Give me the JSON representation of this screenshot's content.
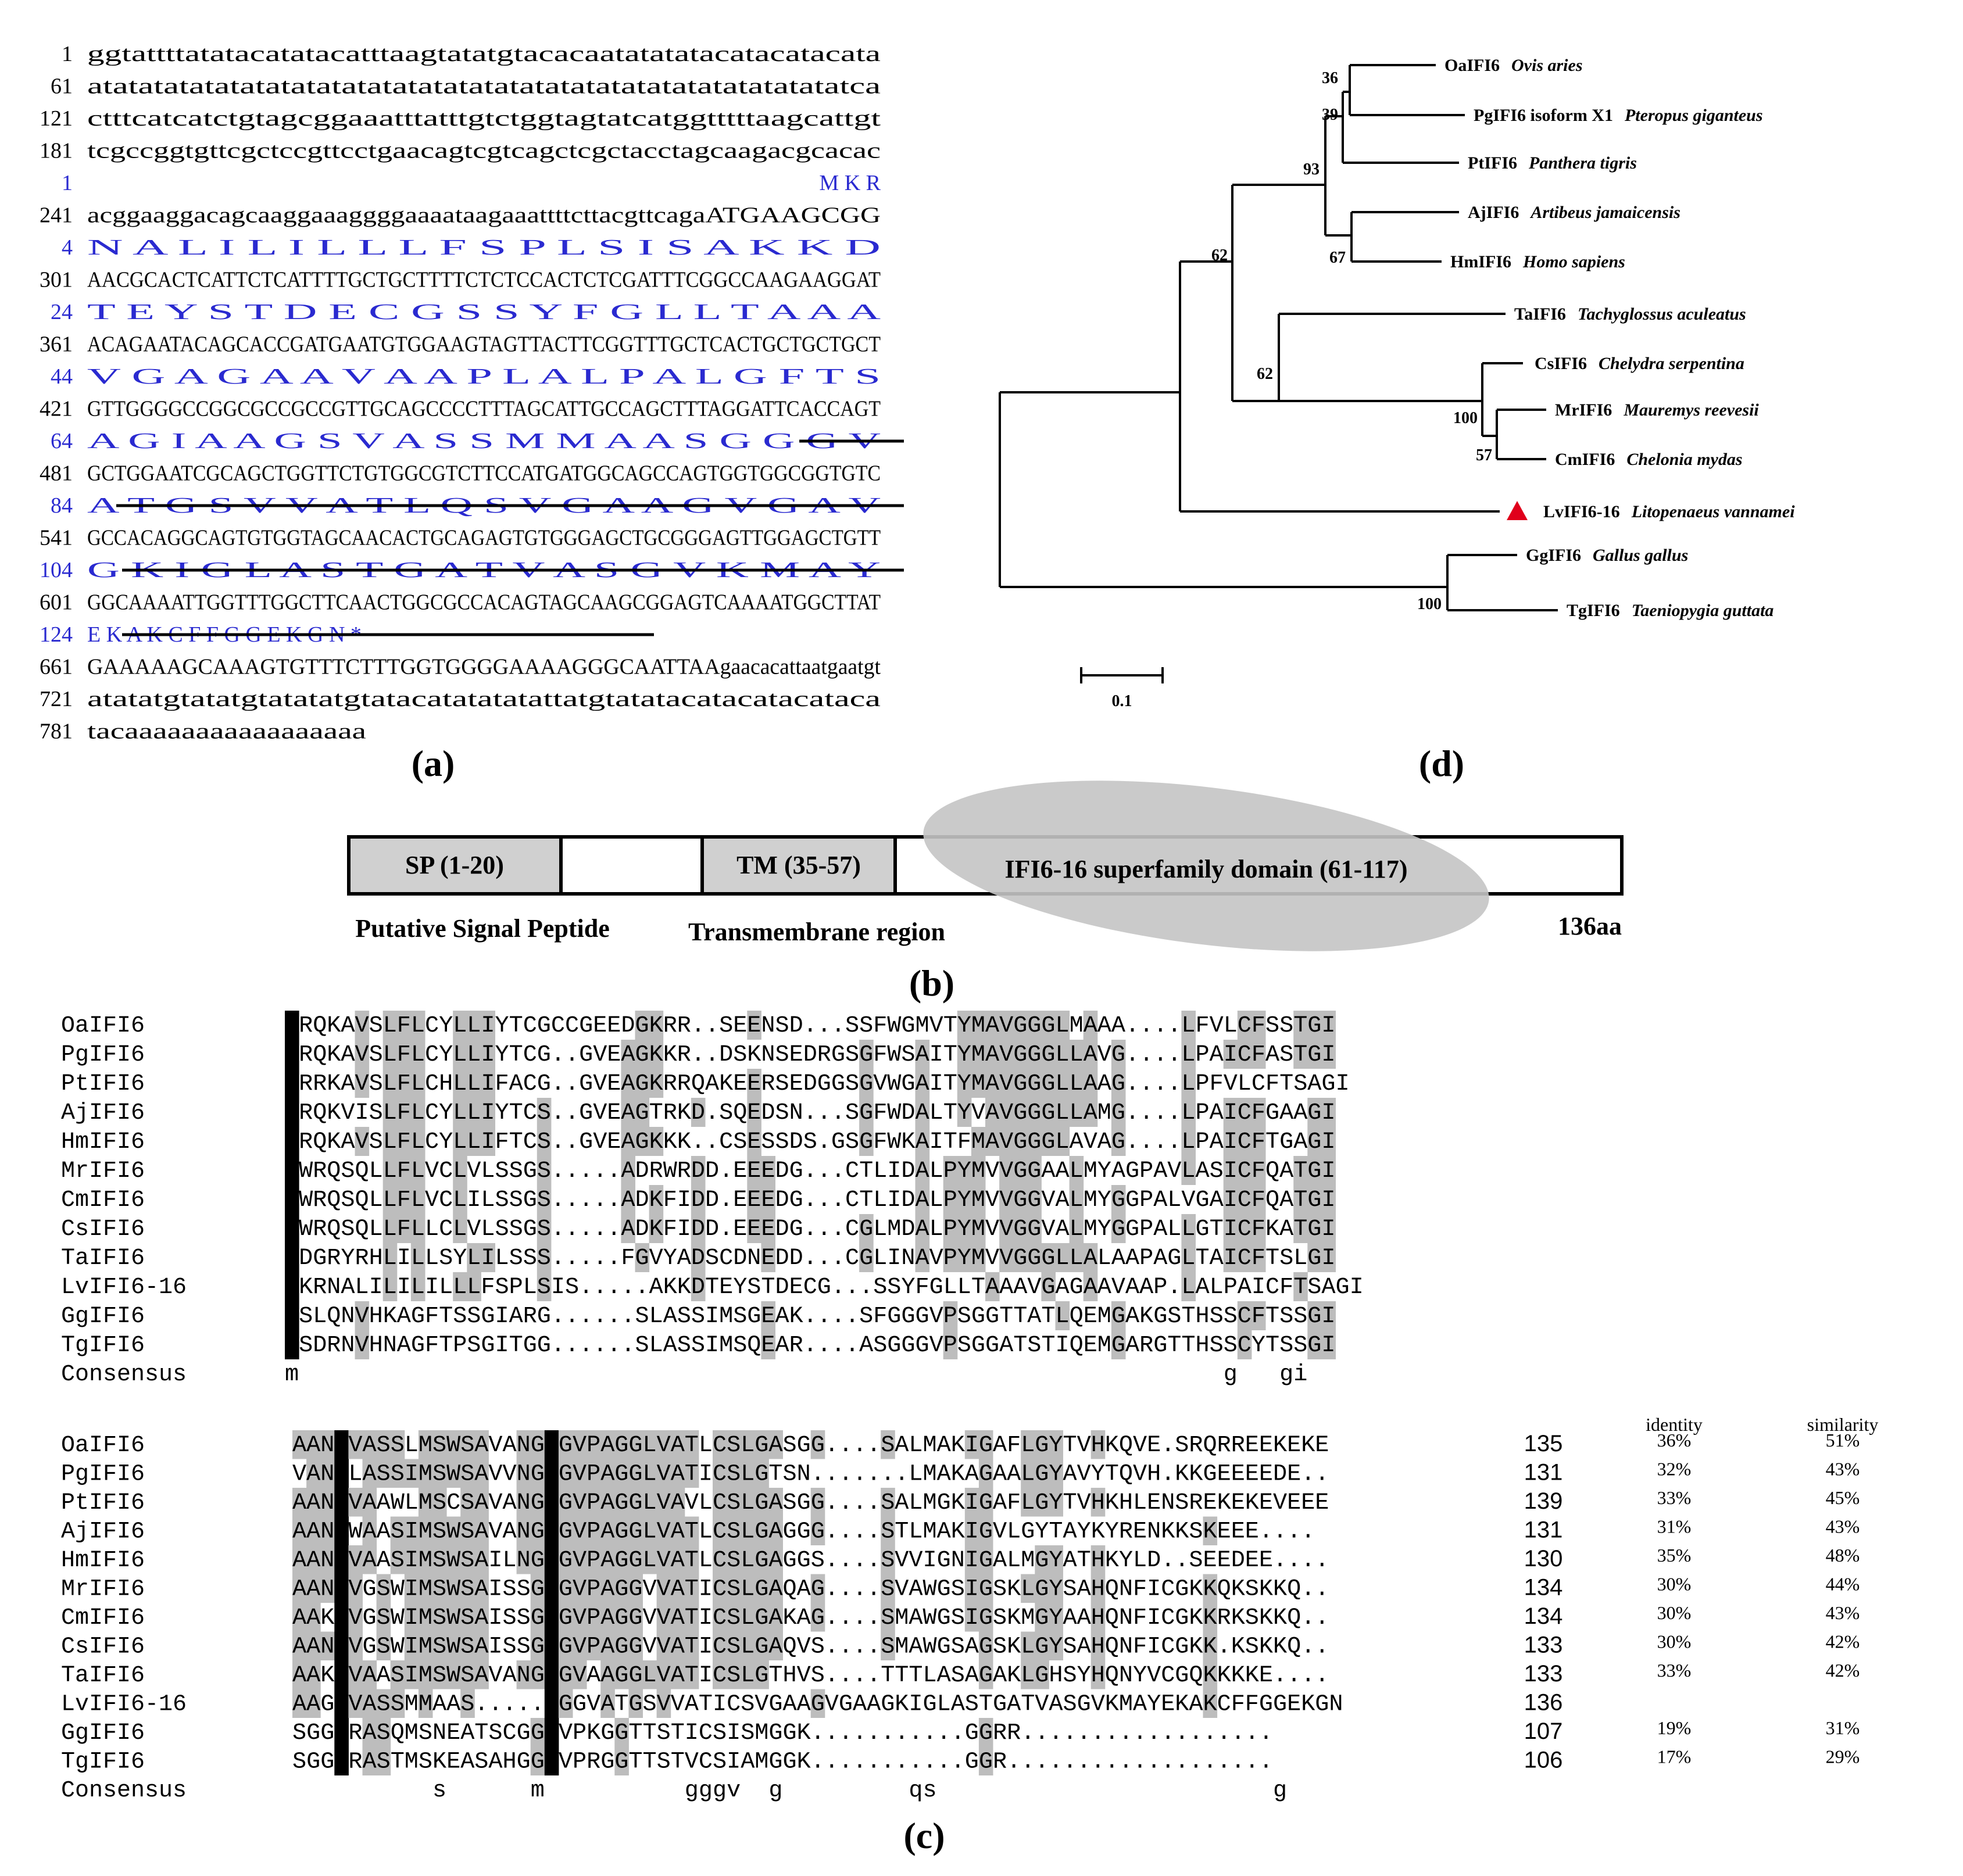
{
  "panel_a": {
    "label": "(a)",
    "lines": [
      {
        "type": "nt",
        "num": "1",
        "text": "ggtattttatatacatatacatttaagtatatgtacacaatatatatacatacatacata"
      },
      {
        "type": "nt",
        "num": "61",
        "text": "atatatatatatatatatatatatatatatatatatatatatatatatatatatatatatca"
      },
      {
        "type": "nt",
        "num": "121",
        "text": "ctttcatcatctgtagcggaaatttatttgtctggtagtatcatggtttttaagcattgt"
      },
      {
        "type": "nt",
        "num": "181",
        "text": "tcgccggtgttcgctccgttcctgaacagtcgtcagctcgctacctagcaagacgcacac"
      },
      {
        "type": "aa",
        "num": "1",
        "text": "M  K  R"
      },
      {
        "type": "nt",
        "num": "241",
        "text": "acggaaggacagcaaggaaaggggaaaataagaaattttcttacgttcagaATGAAGCGG"
      },
      {
        "type": "aa",
        "num": "4",
        "text": "N  A  L  I  L  I  L  L  L  F  S  P  L  S  I  S  A  K  K  D"
      },
      {
        "type": "nt",
        "num": "301",
        "text": "AACGCACTCATTCTCATTTTGCTGCTTTTCTCTCCACTCTCGATTTCGGCCAAGAAGGAT"
      },
      {
        "type": "aa",
        "num": "24",
        "text": "T  E  Y  S  T  D  E  C  G  S  S  Y  F  G  L  L  T  A  A  A"
      },
      {
        "type": "nt",
        "num": "361",
        "text": "ACAGAATACAGCACCGATGAATGTGGAAGTAGTTACTTCGGTTTGCTCACTGCTGCTGCT"
      },
      {
        "type": "aa",
        "num": "44",
        "text": "V  G  A  G  A  A  V  A  A  P  L  A  L  P  A  L  G  F  T  S"
      },
      {
        "type": "nt",
        "num": "421",
        "text": "GTTGGGGCCGGCGCCGCCGTTGCAGCCCCTTTAGCATTGCCAGCTTTAGGATTCACCAGT"
      },
      {
        "type": "aa",
        "num": "64",
        "text": "A  G  I  A  A  G  S  V  A  S  S  M  M  A  A  S  G  G  G  V"
      },
      {
        "type": "nt",
        "num": "481",
        "text": "GCTGGAATCGCAGCTGGTTCTGTGGCGTCTTCCATGATGGCAGCCAGTGGTGGCGGTGTC"
      },
      {
        "type": "aa",
        "num": "84",
        "text": "A  T  G  S  V  V  A  T  L  Q  S  V  G  A  A  G  V  G  A  V"
      },
      {
        "type": "nt",
        "num": "541",
        "text": "GCCACAGGCAGTGTGGTAGCAACACTGCAGAGTGTGGGAGCTGCGGGAGTTGGAGCTGTT"
      },
      {
        "type": "aa",
        "num": "104",
        "text": "G  K  I  G  L  A  S  T  G  A  T  V  A  S  G  V  K  M  A  Y"
      },
      {
        "type": "nt",
        "num": "601",
        "text": "GGCAAAATTGGTTTGGCTTCAACTGGCGCCACAGTAGCAAGCGGAGTCAAAATGGCTTAT"
      },
      {
        "type": "aa",
        "num": "124",
        "text": "E  K  A  K  C  F  F  G  G  E  K  G  N  *"
      },
      {
        "type": "nt",
        "num": "661",
        "text": "GAAAAAGCAAAGTGTTTCTTTGGTGGGGAAAAGGGCAATTAAgaacacattaatgaatgt"
      },
      {
        "type": "nt",
        "num": "721",
        "text": "atatatgtatatgtatatatgtatacatatatatattatgtatatacatacatacataca"
      },
      {
        "type": "nt",
        "num": "781",
        "text": "tacaaaaaaaaaaaaaaaaa"
      }
    ]
  },
  "panel_d": {
    "label": "(d)",
    "scale_label": "0.1",
    "species": [
      {
        "gene": "OaIFI6",
        "name": "Ovis aries"
      },
      {
        "gene": "PgIFI6  isoform X1",
        "name": "Pteropus giganteus"
      },
      {
        "gene": "PtIFI6",
        "name": "Panthera tigris"
      },
      {
        "gene": "AjIFI6",
        "name": "Artibeus jamaicensis"
      },
      {
        "gene": "HmIFI6",
        "name": "Homo sapiens"
      },
      {
        "gene": "TaIFI6",
        "name": "Tachyglossus aculeatus"
      },
      {
        "gene": "CsIFI6",
        "name": "Chelydra serpentina"
      },
      {
        "gene": "MrIFI6",
        "name": "Mauremys reevesii"
      },
      {
        "gene": "CmIFI6",
        "name": "Chelonia mydas"
      },
      {
        "gene": "LvIFI6-16",
        "name": "Litopenaeus vannamei"
      },
      {
        "gene": "GgIFI6",
        "name": "Gallus gallus"
      },
      {
        "gene": "TgIFI6",
        "name": "Taeniopygia guttata"
      }
    ],
    "bootstrap": [
      "36",
      "39",
      "93",
      "67",
      "62",
      "62",
      "100",
      "57",
      "100"
    ],
    "marker_color": "#e0001b"
  },
  "panel_b": {
    "label": "(b)",
    "sp": "SP (1-20)",
    "tm": "TM (35-57)",
    "domain": "IFI6-16 superfamily domain (61-117)",
    "sp_caption": "Putative Signal Peptide",
    "tm_caption": "Transmembrane  region",
    "length": "136aa"
  },
  "panel_c": {
    "label": "(c)",
    "identity_hdr": "identity",
    "similarity_hdr": "similarity",
    "block1": {
      "rows": [
        {
          "name": "OaIFI6",
          "seq": "MRQKAVSLFLCYLLIYTCGCCGEEDGKRR..SEENSD...SSFWGMVTYMAVGGGLMAAA....LFVLCFSSTGI"
        },
        {
          "name": "PgIFI6",
          "seq": "MRQKAVSLFLCYLLIYTCG..GVEAGKKR..DSKNSEDRGSGFWSAITYMAVGGGLLAVG....LPAICFASTGI"
        },
        {
          "name": "PtIFI6",
          "seq": "MRRKAVSLFLCHLLIFACG..GVEAGKRRQAKEERSEDGGSGVWGAITYMAVGGGLLAAG....LPFVLCFTSAGI"
        },
        {
          "name": "AjIFI6",
          "seq": "MRQKVISLFLCYLLIYTCS..GVEAGTRKD.SQEDSN...SGFWDALTYVAVGGGLLAMG....LPAICFGAAGI"
        },
        {
          "name": "HmIFI6",
          "seq": "MRQKAVSLFLCYLLIFTCS..GVEAGKKK..CSESSDS.GSGFWKAITFMAVGGGLAVAG....LPAICFTGAGI"
        },
        {
          "name": "MrIFI6",
          "seq": "MWRQSQLLFLVCLVLSSGS.....ADRWRDD.EEEDG...CTLIDALPYMVVGGAALMYAGPAVLASICFQATGI"
        },
        {
          "name": "CmIFI6",
          "seq": "MWRQSQLLFLVCLILSSGS.....ADKFIDD.EEEDG...CTLIDALPYMVVGGVALMYGGPALVGAICFQATGI"
        },
        {
          "name": "CsIFI6",
          "seq": "MWRQSQLLFLLCLVLSSGS.....ADKFIDD.EEEDG...CGLMDALPYMVVGGVALMYGGPALLGTICFKATGI"
        },
        {
          "name": "TaIFI6",
          "seq": "MDGRYRHLILLSYLILSSS.....FGVYADSCDNEDD...CGLINAVPYMVVGGGLLALAAPAGLTAICFTSLGI"
        },
        {
          "name": "LvIFI6-16",
          "seq": "MKRNALILILILLLFSPLSIS.....AKKDTEYSTDECG...SSYFGLLTAAAVGAGAAVAAP.LALPAICFTSAGI"
        },
        {
          "name": "GgIFI6",
          "seq": "MSLQNVHKAGFTSSGIARG......SLASSIMSGEAK....SFGGGVPSGGTTATLQEMGAKGSTHSSCFTSSGI"
        },
        {
          "name": "TgIFI6",
          "seq": "MSDRNVHNAGFTPSGITGG......SLASSIMSQEAR....ASGGGVPSGGATSTIQEMGARGTTHSSCYTSSGI"
        }
      ],
      "consensus_name": "Consensus",
      "consensus": "m                                                                  g   gi"
    },
    "block2": {
      "rows": [
        {
          "name": "OaIFI6",
          "seq": "AANSVASSLMSWSAVANGGGVPAGGLVATLCSLGASGG....SALMAKIGAFLGYTVHKQVE.SRQRREEKEKE",
          "len": "135",
          "identity": "36%",
          "similarity": "51%"
        },
        {
          "name": "PgIFI6",
          "seq": "VANSLASSIMSWSAVVNGGGVPAGGLVATICSLGTSN.......LMAKAGAALGYAVYTQVH.KKGEEEEDE..",
          "len": "131",
          "identity": "32%",
          "similarity": "43%"
        },
        {
          "name": "PtIFI6",
          "seq": "AANSVAAWLMSCSAVANGGGVPAGGLVAVLCSLGASGG....SALMGKIGAFLGYTVHKHLENSREKEKEVEEE",
          "len": "139",
          "identity": "33%",
          "similarity": "45%"
        },
        {
          "name": "AjIFI6",
          "seq": "AANSWAASIMSWSAVANGGGVPAGGLVATLCSLGAGGG....STLMAKIGVLGYTAYKYRENKKSKEEE....",
          "len": "131",
          "identity": "31%",
          "similarity": "43%"
        },
        {
          "name": "HmIFI6",
          "seq": "AANSVAASIMSWSAILNGGGVPAGGLVATLCSLGAGGS....SVVIGNIGALMGYATHKYLD..SEEDEE....",
          "len": "130",
          "identity": "35%",
          "similarity": "48%"
        },
        {
          "name": "MrIFI6",
          "seq": "AANSVGSWIMSWSAISSGGGVPAGGVVATICSLGAQAG....SVAWGSIGSKLGYSAHQNFICGKKQKSKKQ..",
          "len": "134",
          "identity": "30%",
          "similarity": "44%"
        },
        {
          "name": "CmIFI6",
          "seq": "AAKSVGSWIMSWSAISSGGGVPAGGVVATICSLGAKAG....SMAWGSIGSKMGYAAHQNFICGKKRKSKKQ..",
          "len": "134",
          "identity": "30%",
          "similarity": "43%"
        },
        {
          "name": "CsIFI6",
          "seq": "AANSVGSWIMSWSAISSGGGVPAGGVVATICSLGAQVS....SMAWGSAGSKLGYSAHQNFICGKK.KSKKQ..",
          "len": "133",
          "identity": "30%",
          "similarity": "42%"
        },
        {
          "name": "TaIFI6",
          "seq": "AAKSVAASIMSWSAVANGGGVAAGGLVATICSLGTHVS....TTTLASAGAKLGHSYHQNYVCGQKKKKE....",
          "len": "133",
          "identity": "33%",
          "similarity": "42%"
        },
        {
          "name": "LvIFI6-16",
          "seq": "AAGSVASSMMAAS.....GGGVATGSVVATICSVGAAGVGAAGKIGLASTGATVASGVKMAYEKAKCFFGGEKGN",
          "len": "136",
          "identity": "",
          "similarity": ""
        },
        {
          "name": "GgIFI6",
          "seq": "SGGSRASQMSNEATSCGGGVPKGGTTSTICSISMGGK...........GGRR..................",
          "len": "107",
          "identity": "19%",
          "similarity": "31%"
        },
        {
          "name": "TgIFI6",
          "seq": "SGGSRASTMSKEASAHGGGVPRGGTTSTVCSIAMGGK...........GGR...................",
          "len": "106",
          "identity": "17%",
          "similarity": "29%"
        }
      ],
      "consensus_name": "Consensus",
      "consensus": "          s      m          gggv  g         qs                        g"
    }
  }
}
